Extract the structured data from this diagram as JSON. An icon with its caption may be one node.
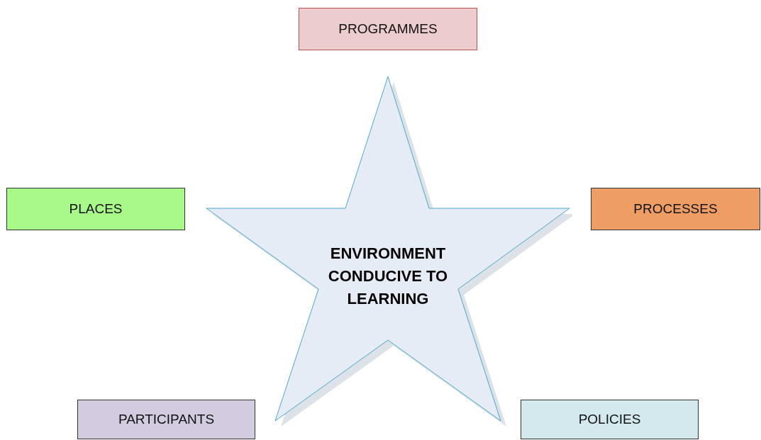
{
  "diagram": {
    "nodes": [
      {
        "text": [
          "PROGRAMMES"
        ]
      },
      {
        "text": [
          "PLACES"
        ]
      },
      {
        "text": [
          "PROCESSES"
        ]
      },
      {
        "text": [
          "ENVIRONMENT CONDUCIVE TO LEARNING"
        ]
      },
      {
        "text": [
          "PARTICIPANTS"
        ]
      },
      {
        "text": [
          "POLICIES"
        ]
      }
    ]
  }
}
